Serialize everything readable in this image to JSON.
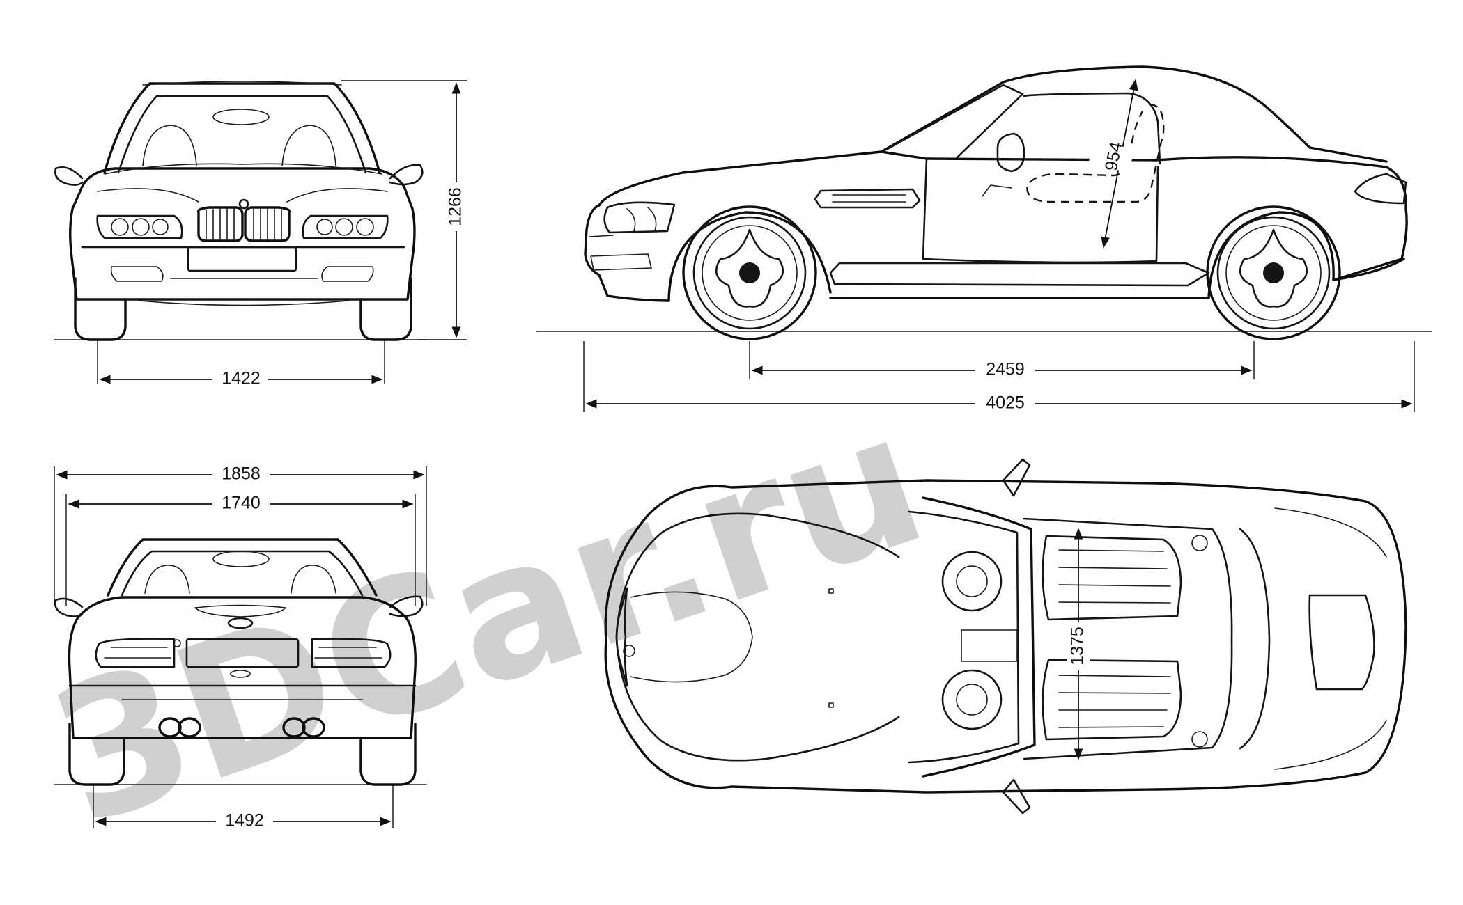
{
  "watermark": {
    "text": "3DCar.ru",
    "color": "#c8c8c8"
  },
  "dimensions": {
    "front_height": "1266",
    "front_track": "1422",
    "wheelbase": "2459",
    "overall_length": "4025",
    "width_with_mirrors": "1858",
    "body_width": "1740",
    "rear_track": "1492",
    "seat_height": "954",
    "cabin_length": "1375"
  },
  "colors": {
    "ink": "#151515",
    "paper": "#ffffff"
  }
}
